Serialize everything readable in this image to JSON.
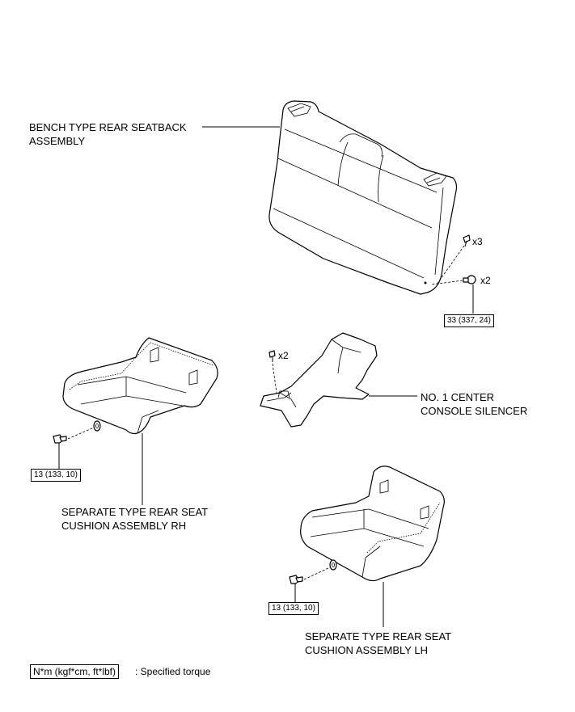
{
  "labels": {
    "seatback_line1": "BENCH TYPE REAR SEATBACK",
    "seatback_line2": "ASSEMBLY",
    "silencer_line1": "NO. 1 CENTER",
    "silencer_line2": "CONSOLE SILENCER",
    "cushion_rh_line1": "SEPARATE TYPE REAR SEAT",
    "cushion_rh_line2": "CUSHION ASSEMBLY RH",
    "cushion_lh_line1": "SEPARATE TYPE REAR SEAT",
    "cushion_lh_line2": "CUSHION ASSEMBLY LH"
  },
  "quantities": {
    "seatback_screws": "x3",
    "seatback_bolts": "x2",
    "silencer_clips": "x2"
  },
  "torques": {
    "seatback_bolt": "33 (337, 24)",
    "cushion_rh_bolt": "13 (133, 10)",
    "cushion_lh_bolt": "13 (133, 10)"
  },
  "legend": {
    "unit": "N*m (kgf*cm, ft*lbf)",
    "description": ": Specified torque"
  }
}
